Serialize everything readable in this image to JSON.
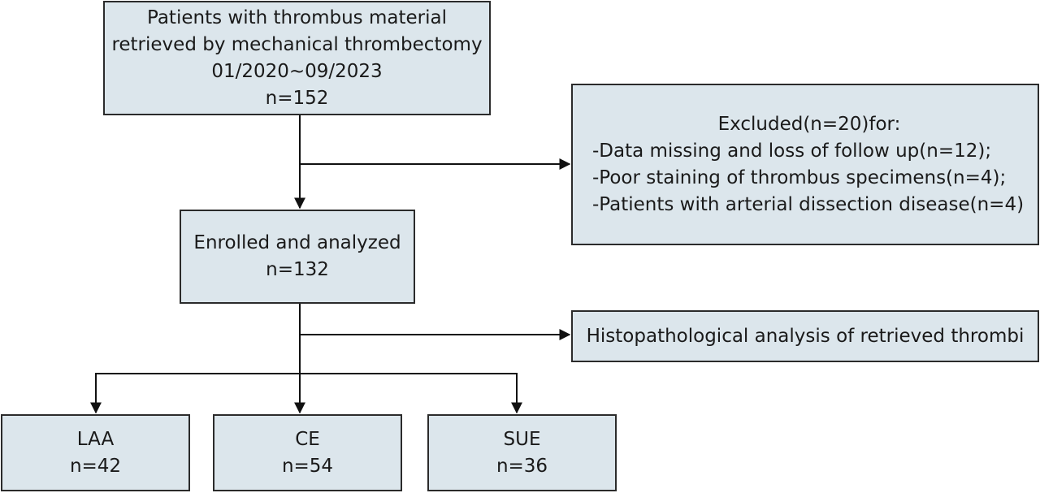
{
  "boxes": {
    "source": {
      "lines": [
        "Patients with thrombus material",
        "retrieved by mechanical thrombectomy",
        "01/2020~09/2023",
        "n=152"
      ]
    },
    "excluded": {
      "header": "Excluded(n=20)for:",
      "items": [
        "-Data missing and loss of follow up(n=12);",
        "-Poor staining of thrombus specimens(n=4);",
        "-Patients with arterial dissection disease(n=4)"
      ]
    },
    "enrolled": {
      "lines": [
        "Enrolled and analyzed",
        "n=132"
      ]
    },
    "analysis": {
      "lines": [
        "Histopathological analysis of retrieved thrombi"
      ]
    },
    "groups": [
      {
        "label": "LAA",
        "count": "n=42"
      },
      {
        "label": "CE",
        "count": "n=54"
      },
      {
        "label": "SUE",
        "count": "n=36"
      }
    ]
  },
  "colors": {
    "box_fill": "#dce6ec",
    "box_border": "#2b2b2b",
    "arrow": "#111111"
  }
}
